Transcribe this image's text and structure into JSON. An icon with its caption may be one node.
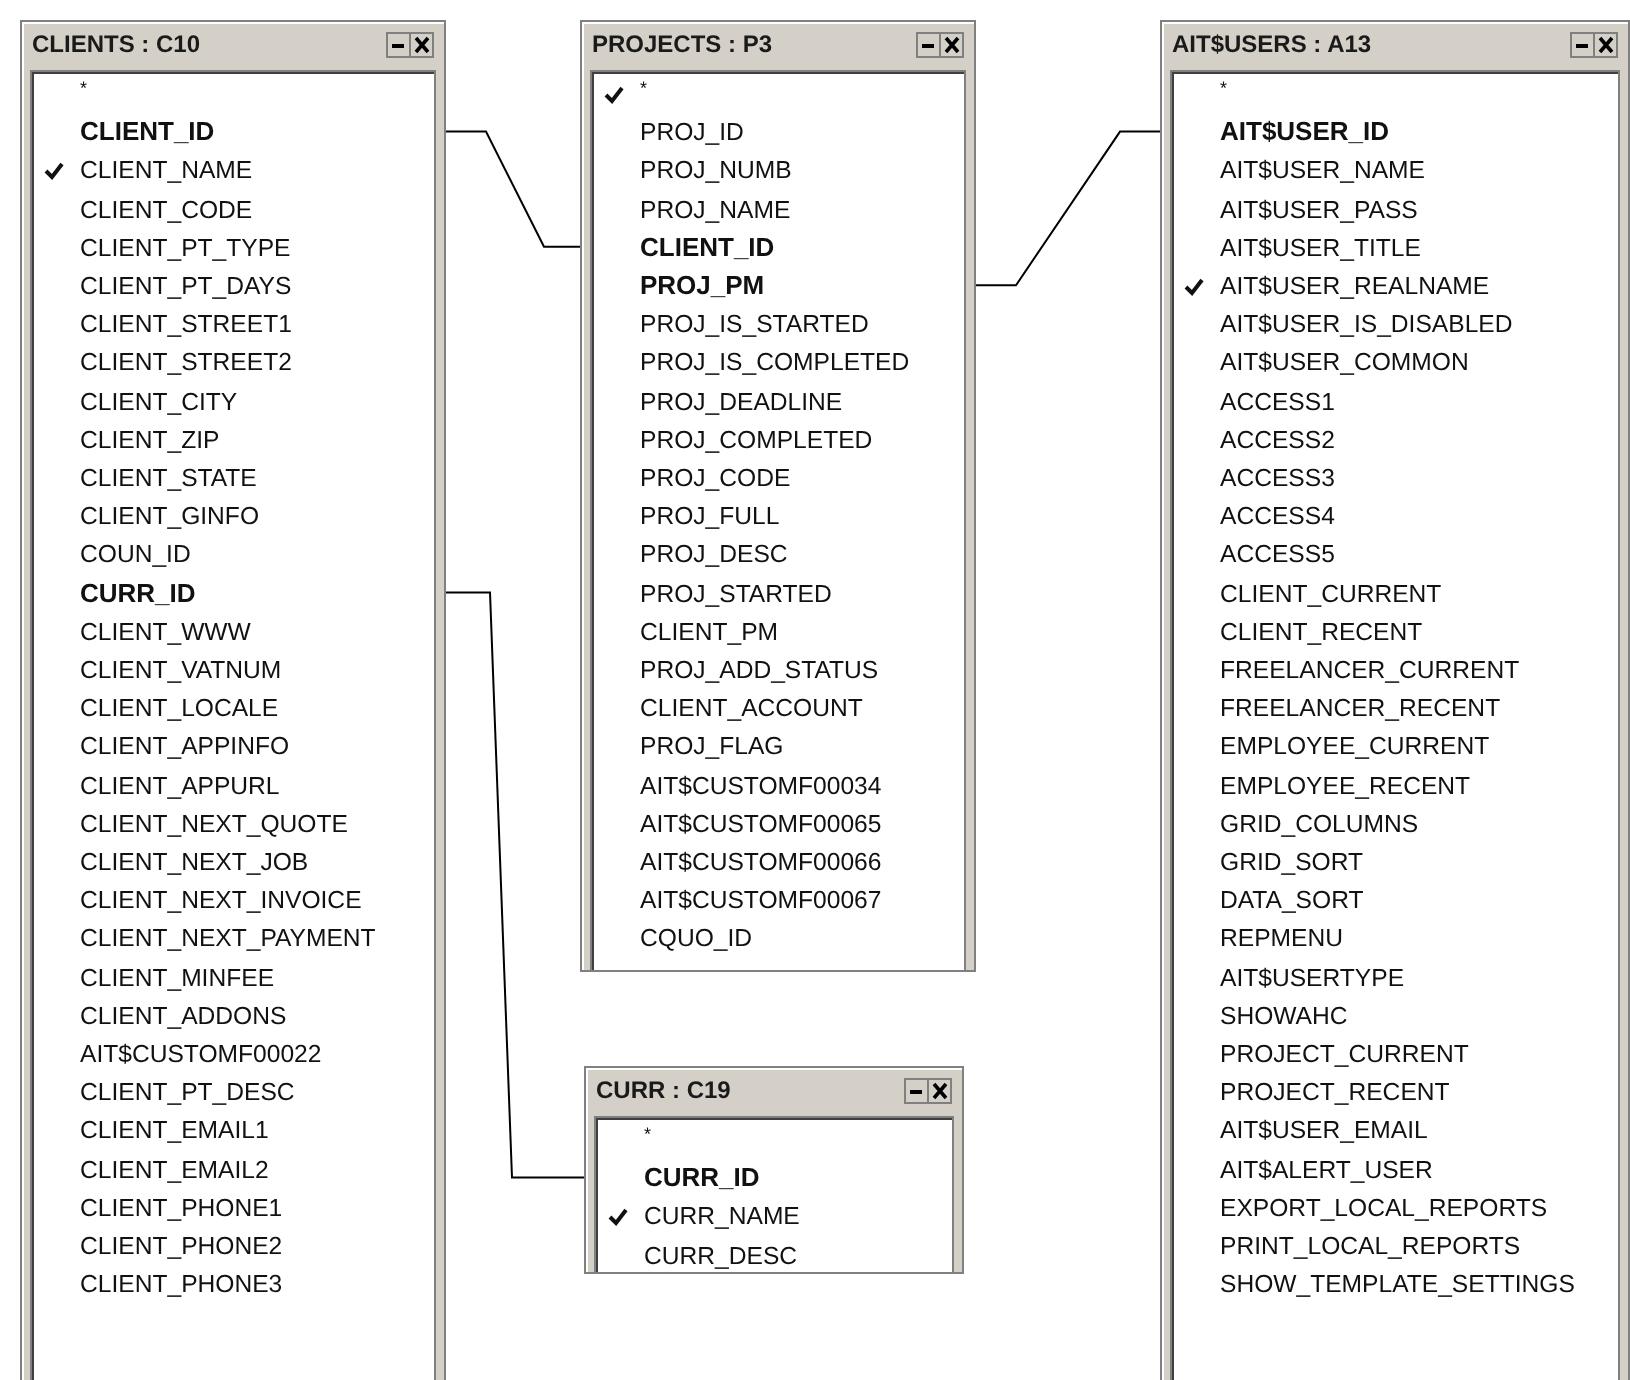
{
  "diagram": {
    "nodes": [
      {
        "text": [
          "CLIENTS : C10",
          "*",
          "CLIENT_ID",
          "CLIENT_NAME",
          "CLIENT_CODE",
          "CLIENT_PT_TYPE",
          "CLIENT_PT_DAYS",
          "CLIENT_STREET1",
          "CLIENT_STREET2",
          "CLIENT_CITY",
          "CLIENT_ZIP",
          "CLIENT_STATE",
          "CLIENT_GINFO",
          "COUN_ID",
          "CURR_ID",
          "CLIENT_WWW",
          "CLIENT_VATNUM",
          "CLIENT_LOCALE",
          "CLIENT_APPINFO",
          "CLIENT_APPURL",
          "CLIENT_NEXT_QUOTE",
          "CLIENT_NEXT_JOB",
          "CLIENT_NEXT_INVOICE",
          "CLIENT_NEXT_PAYMENT",
          "CLIENT_MINFEE",
          "CLIENT_ADDONS",
          "AIT$CUSTOMF00022",
          "CLIENT_PT_DESC",
          "CLIENT_EMAIL1",
          "CLIENT_EMAIL2",
          "CLIENT_PHONE1",
          "CLIENT_PHONE2",
          "CLIENT_PHONE3"
        ]
      },
      {
        "text": [
          "PROJECTS : P3",
          "*",
          "PROJ_ID",
          "PROJ_NUMB",
          "PROJ_NAME",
          "CLIENT_ID",
          "PROJ_PM",
          "PROJ_IS_STARTED",
          "PROJ_IS_COMPLETED",
          "PROJ_DEADLINE",
          "PROJ_COMPLETED",
          "PROJ_CODE",
          "PROJ_FULL",
          "PROJ_DESC",
          "PROJ_STARTED",
          "CLIENT_PM",
          "PROJ_ADD_STATUS",
          "CLIENT_ACCOUNT",
          "PROJ_FLAG",
          "AIT$CUSTOMF00034",
          "AIT$CUSTOMF00065",
          "AIT$CUSTOMF00066",
          "AIT$CUSTOMF00067",
          "CQUO_ID"
        ]
      },
      {
        "text": [
          "AIT$USERS : A13",
          "*",
          "AIT$USER_ID",
          "AIT$USER_NAME",
          "AIT$USER_PASS",
          "AIT$USER_TITLE",
          "AIT$USER_REALNAME",
          "AIT$USER_IS_DISABLED",
          "AIT$USER_COMMON",
          "ACCESS1",
          "ACCESS2",
          "ACCESS3",
          "ACCESS4",
          "ACCESS5",
          "CLIENT_CURRENT",
          "CLIENT_RECENT",
          "FREELANCER_CURRENT",
          "FREELANCER_RECENT",
          "EMPLOYEE_CURRENT",
          "EMPLOYEE_RECENT",
          "GRID_COLUMNS",
          "GRID_SORT",
          "DATA_SORT",
          "REPMENU",
          "AIT$USERTYPE",
          "SHOWAHC",
          "PROJECT_CURRENT",
          "PROJECT_RECENT",
          "AIT$USER_EMAIL",
          "AIT$ALERT_USER",
          "EXPORT_LOCAL_REPORTS",
          "PRINT_LOCAL_REPORTS",
          "SHOW_TEMPLATE_SETTINGS"
        ]
      },
      {
        "text": [
          "CURR : C19",
          "*",
          "CURR_ID",
          "CURR_NAME",
          "CURR_DESC"
        ]
      }
    ],
    "edges": [
      {
        "from": 0,
        "to": 1,
        "arrow": "none"
      },
      {
        "from": 1,
        "to": 2,
        "arrow": "none"
      },
      {
        "from": 0,
        "to": 3,
        "arrow": "none"
      }
    ]
  }
}
